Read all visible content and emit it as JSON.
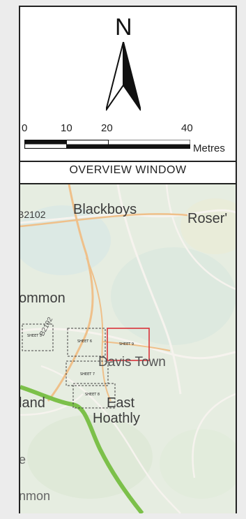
{
  "north": {
    "letter": "N"
  },
  "scale": {
    "ticks": [
      "0",
      "10",
      "20",
      "40"
    ],
    "unit": "Metres"
  },
  "overview": {
    "title": "OVERVIEW WINDOW"
  },
  "map_labels": {
    "road_b2102": "B2102",
    "blackboys": "Blackboys",
    "rosers": "Roser'",
    "common_top": "ommon",
    "davis_town": "Davis Town",
    "land": "land",
    "east_hoathly_1": "East",
    "east_hoathly_2": "Hoathly",
    "left_e": "e",
    "common_bottom": "nmon",
    "b2192": "B2192"
  },
  "sheets": [
    {
      "label": "SHEET 5",
      "selected": false
    },
    {
      "label": "SHEET 6",
      "selected": false
    },
    {
      "label": "SHEET 9",
      "selected": true
    },
    {
      "label": "SHEET 7",
      "selected": false
    },
    {
      "label": "SHEET 8",
      "selected": false
    }
  ],
  "colors": {
    "selected_sheet": "#d9323a",
    "river": "#7cc04a",
    "road": "#e8b47a",
    "frame": "#222222"
  }
}
